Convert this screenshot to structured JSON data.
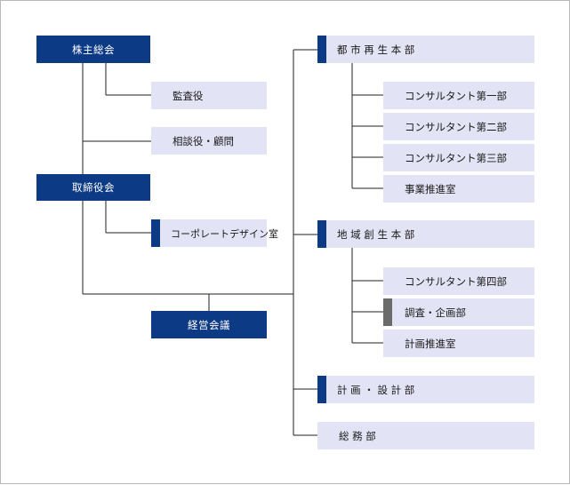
{
  "colors": {
    "dark": "#0d3a85",
    "light": "#e2e3f4",
    "gray_marker": "#6b6b6b",
    "line": "#222222"
  },
  "left": {
    "shareholders_meeting": "株主総会",
    "auditor": "監査役",
    "advisors": "相談役・顧問",
    "board": "取締役会",
    "corporate_design": "コーポレートデザイン室",
    "management_council": "経営会議"
  },
  "right": {
    "urban": {
      "name": "都 市 再 生 本 部",
      "depts": [
        "コンサルタント第一部",
        "コンサルタント第二部",
        "コンサルタント第三部",
        "事業推進室"
      ]
    },
    "regional": {
      "name": "地 域 創 生 本 部",
      "depts": [
        "コンサルタント第四部",
        "調査・企画部",
        "計画推進室"
      ]
    },
    "planning_design": "計 画 ・ 設 計 部",
    "general_affairs": "総 務 部"
  }
}
